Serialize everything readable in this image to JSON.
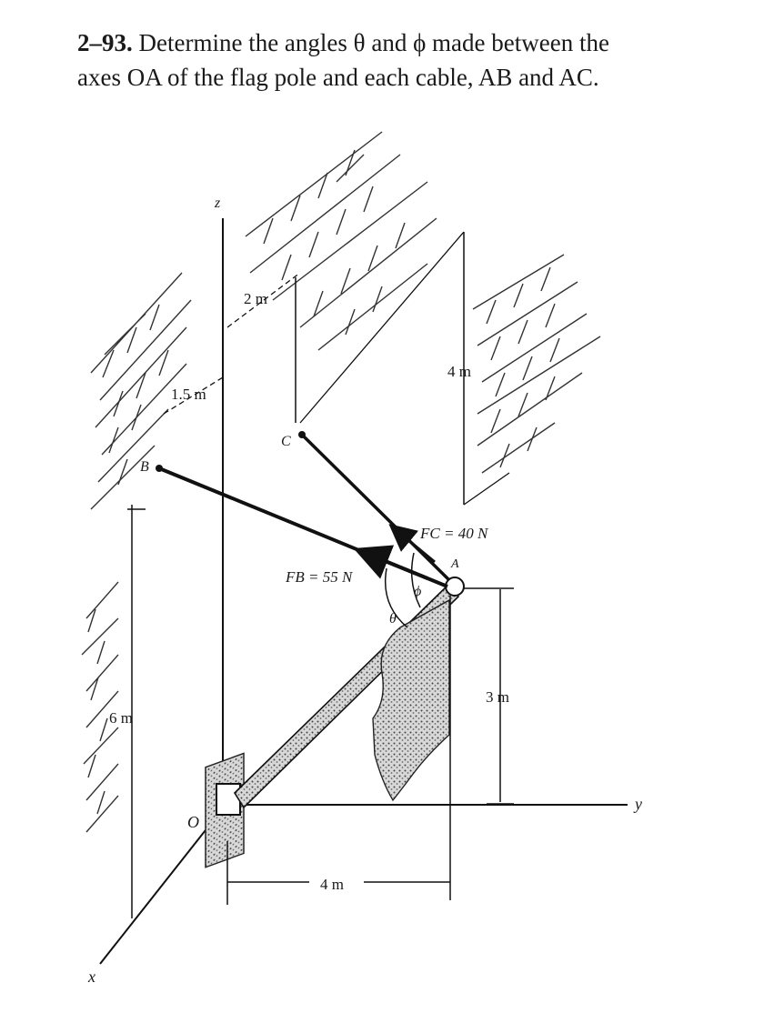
{
  "problem": {
    "number": "2–93.",
    "line1": "Determine the angles θ and ϕ made between the",
    "line2": "axes OA of the flag pole and each cable, AB and AC."
  },
  "figure": {
    "labels": {
      "z": "z",
      "x": "x",
      "y": "y",
      "O": "O",
      "B": "B",
      "C": "C",
      "A": "A",
      "dim_2m": "2 m",
      "dim_1_5m": "1.5 m",
      "dim_4m_top": "4 m",
      "dim_6m": "6 m",
      "dim_3m": "3 m",
      "dim_4m_bottom": "4 m",
      "theta": "θ",
      "phi": "ϕ"
    },
    "forces": {
      "FC": "FC = 40 N",
      "FB": "FB = 55 N"
    }
  }
}
